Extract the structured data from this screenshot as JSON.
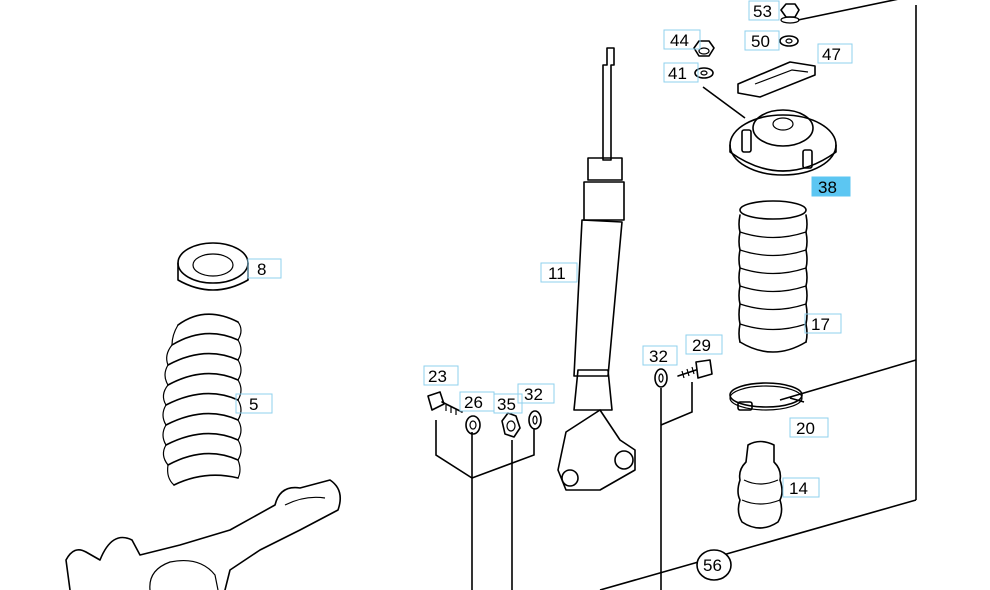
{
  "diagram": {
    "callouts": [
      {
        "id": "53",
        "label": "53",
        "highlighted": false
      },
      {
        "id": "44",
        "label": "44",
        "highlighted": false
      },
      {
        "id": "50",
        "label": "50",
        "highlighted": false
      },
      {
        "id": "47",
        "label": "47",
        "highlighted": false
      },
      {
        "id": "41",
        "label": "41",
        "highlighted": false
      },
      {
        "id": "38",
        "label": "38",
        "highlighted": true
      },
      {
        "id": "8",
        "label": "8",
        "highlighted": false
      },
      {
        "id": "11",
        "label": "11",
        "highlighted": false
      },
      {
        "id": "17",
        "label": "17",
        "highlighted": false
      },
      {
        "id": "5",
        "label": "5",
        "highlighted": false
      },
      {
        "id": "32a",
        "label": "32",
        "highlighted": false
      },
      {
        "id": "29",
        "label": "29",
        "highlighted": false
      },
      {
        "id": "23",
        "label": "23",
        "highlighted": false
      },
      {
        "id": "26",
        "label": "26",
        "highlighted": false
      },
      {
        "id": "35",
        "label": "35",
        "highlighted": false
      },
      {
        "id": "32b",
        "label": "32",
        "highlighted": false
      },
      {
        "id": "20",
        "label": "20",
        "highlighted": false
      },
      {
        "id": "14",
        "label": "14",
        "highlighted": false
      }
    ],
    "circled_callout": {
      "label": "56"
    }
  },
  "colors": {
    "highlight": "#5cc6f2",
    "box_border": "#8fd0ee",
    "line": "#000000",
    "background": "#ffffff"
  }
}
